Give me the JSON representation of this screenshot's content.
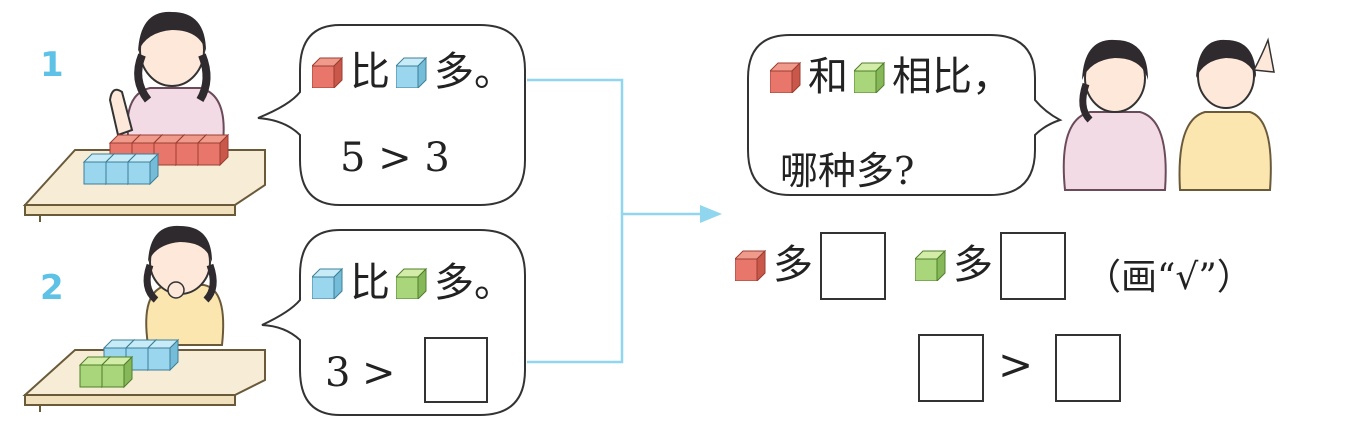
{
  "colors": {
    "red": "#e8766a",
    "blue": "#9ad6ee",
    "green": "#a9d67a",
    "connector": "#8fd6ee",
    "number": "#5ec2e6"
  },
  "scene1": {
    "number": "1",
    "bubble": {
      "word_than": "比",
      "word_more": "多。",
      "expression": "5 > 3"
    }
  },
  "scene2": {
    "number": "2",
    "bubble": {
      "word_than": "比",
      "word_more": "多。",
      "expr_left": "3",
      "expr_op": ">"
    }
  },
  "question": {
    "word_and": "和",
    "word_compare": "相比，",
    "line2": "哪种多?"
  },
  "answer_row": {
    "more1": "多",
    "more2": "多",
    "instruction": "（画“√”）"
  },
  "compare_row": {
    "op": ">"
  }
}
